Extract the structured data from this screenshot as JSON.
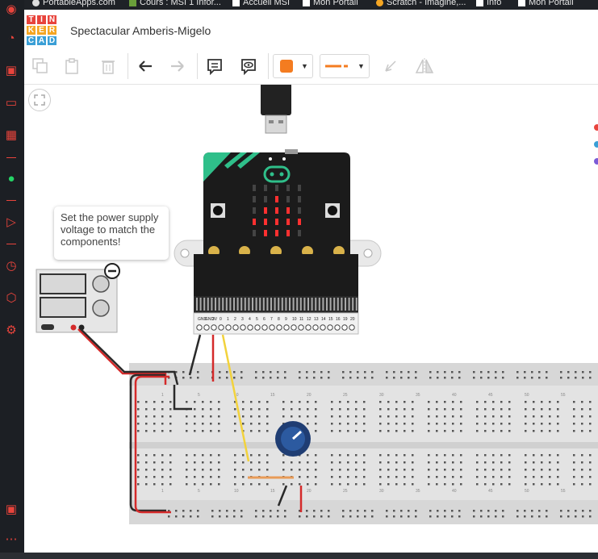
{
  "bookmarks": [
    "PortableApps.com",
    "Cours : MSI 1 Infor...",
    "Accueil MSI",
    "Mon Portail",
    "Scratch - Imagine,...",
    "Info",
    "Mon Portail"
  ],
  "logo_letters": [
    "T",
    "I",
    "N",
    "K",
    "E",
    "R",
    "C",
    "A",
    "D"
  ],
  "logo_colors": [
    "#e8443c",
    "#e8443c",
    "#e8443c",
    "#f5a623",
    "#f5a623",
    "#f5a623",
    "#3a9fd6",
    "#3a9fd6",
    "#3a9fd6"
  ],
  "project": {
    "title": "Spectacular Amberis-Migelo"
  },
  "toolbar": {
    "fill_color": "#f47c20",
    "line_color": "#f47c20"
  },
  "tooltip": {
    "text": "Set the power supply voltage to match the components!"
  },
  "microbit": {
    "pin_labels": [
      "GND",
      "GND",
      "3V",
      "0",
      "1",
      "2",
      "3",
      "4",
      "5",
      "6",
      "7",
      "8",
      "9",
      "10",
      "11",
      "12",
      "13",
      "14",
      "15",
      "16",
      "19",
      "20"
    ],
    "led_matrix": [
      [
        0,
        0,
        0,
        0,
        0
      ],
      [
        0,
        0,
        1,
        0,
        0
      ],
      [
        0,
        1,
        1,
        1,
        0
      ],
      [
        1,
        1,
        1,
        1,
        1
      ],
      [
        0,
        1,
        1,
        1,
        0
      ]
    ]
  },
  "breadboard": {
    "column_numbers_top": [
      "1",
      "5",
      "10",
      "15",
      "20",
      "25",
      "30",
      "35",
      "40",
      "45",
      "50",
      "55"
    ],
    "column_numbers_bottom": [
      "1",
      "5",
      "10",
      "15",
      "20",
      "25",
      "30",
      "35",
      "40",
      "45",
      "50",
      "55"
    ]
  },
  "sidebar_icons": [
    "gamepad-icon",
    "speedometer-icon",
    "briefcase-icon",
    "twitch-icon",
    "chip-icon",
    "whatsapp-icon",
    "play-icon",
    "clock-icon",
    "cube-icon",
    "gear-icon",
    "image-icon",
    "more-icon"
  ],
  "colors": {
    "accent": "#e8443c",
    "wire_red": "#d42a2a",
    "wire_black": "#2a2a2a",
    "wire_yellow": "#f2d23c",
    "breadboard": "#e3e3e3"
  }
}
